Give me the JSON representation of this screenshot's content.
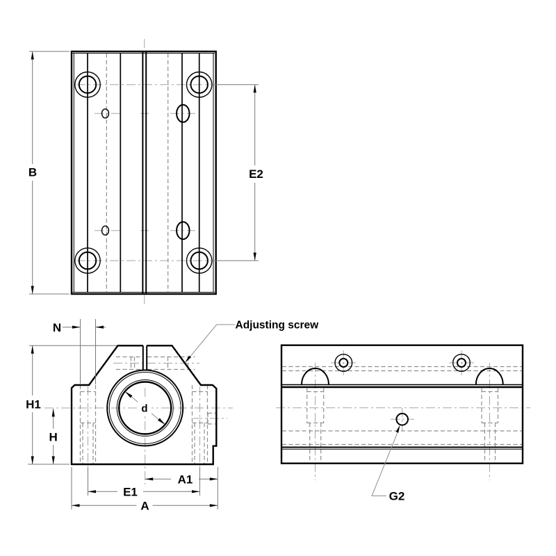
{
  "drawing": {
    "labels": {
      "b": "B",
      "e2": "E2",
      "n": "N",
      "h1": "H1",
      "h": "H",
      "d": "d",
      "a1": "A1",
      "e1": "E1",
      "a": "A",
      "g2": "G2",
      "adjusting_screw": "Adjusting screw"
    },
    "colors": {
      "outline": "#000000",
      "hidden_line": "#8e8e8e",
      "centerline": "#a6a6a6",
      "dimension_line": "#777777",
      "background": "#ffffff"
    }
  }
}
